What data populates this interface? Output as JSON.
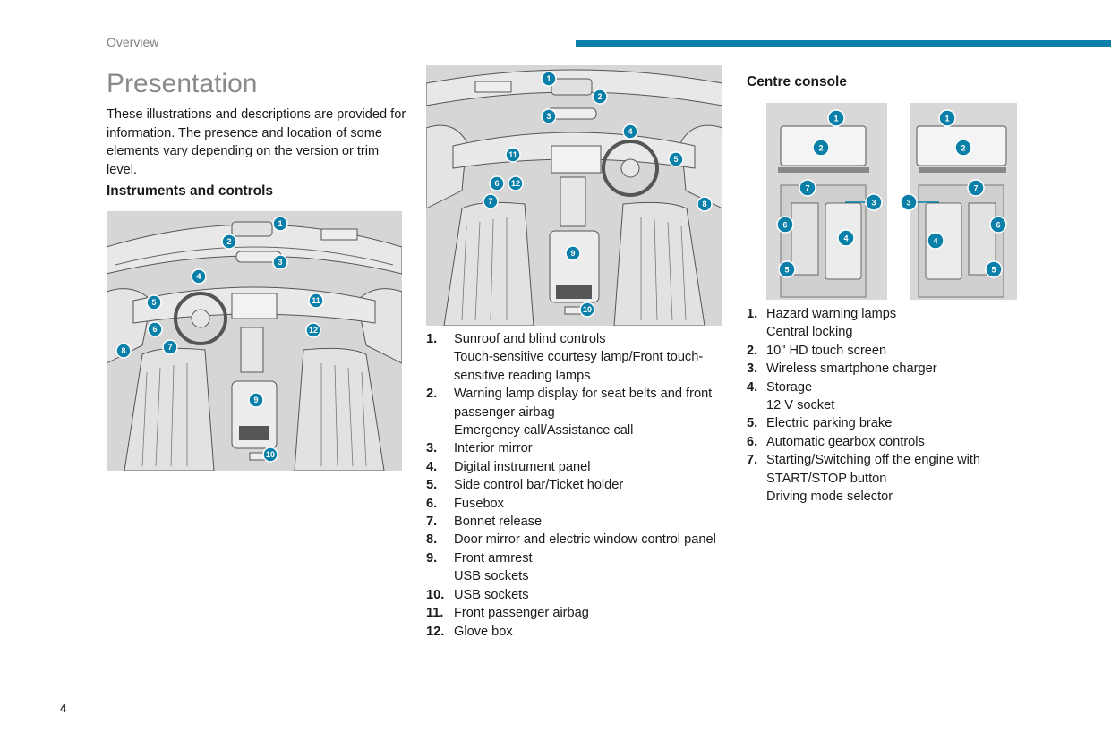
{
  "header": {
    "section": "Overview",
    "accent_color": "#0a7fa8"
  },
  "title": "Presentation",
  "intro": "These illustrations and descriptions are provided for information. The presence and location of some elements vary depending on the version or trim level.",
  "instruments": {
    "heading": "Instruments and controls",
    "callouts_left": [
      "1",
      "2",
      "3",
      "4",
      "5",
      "6",
      "7",
      "8",
      "9",
      "10",
      "11",
      "12"
    ],
    "callouts_mid": [
      "1",
      "2",
      "3",
      "4",
      "5",
      "6",
      "7",
      "8",
      "9",
      "10",
      "11",
      "12"
    ],
    "items": [
      {
        "num": "1.",
        "lines": [
          "Sunroof and blind controls",
          "Touch-sensitive courtesy lamp/Front touch-sensitive reading lamps"
        ]
      },
      {
        "num": "2.",
        "lines": [
          "Warning lamp display for seat belts and front passenger airbag",
          "Emergency call/Assistance call"
        ]
      },
      {
        "num": "3.",
        "lines": [
          "Interior mirror"
        ]
      },
      {
        "num": "4.",
        "lines": [
          "Digital instrument panel"
        ]
      },
      {
        "num": "5.",
        "lines": [
          "Side control bar/Ticket holder"
        ]
      },
      {
        "num": "6.",
        "lines": [
          "Fusebox"
        ]
      },
      {
        "num": "7.",
        "lines": [
          "Bonnet release"
        ]
      },
      {
        "num": "8.",
        "lines": [
          "Door mirror and electric window control panel"
        ]
      },
      {
        "num": "9.",
        "lines": [
          "Front armrest",
          "USB sockets"
        ]
      },
      {
        "num": "10.",
        "lines": [
          "USB sockets"
        ]
      },
      {
        "num": "11.",
        "lines": [
          "Front passenger airbag"
        ]
      },
      {
        "num": "12.",
        "lines": [
          "Glove box"
        ]
      }
    ]
  },
  "centre_console": {
    "heading": "Centre console",
    "callouts": [
      "1",
      "2",
      "3",
      "4",
      "5",
      "6",
      "7"
    ],
    "items": [
      {
        "num": "1.",
        "lines": [
          "Hazard warning lamps",
          "Central locking"
        ]
      },
      {
        "num": "2.",
        "lines": [
          "10\" HD touch screen"
        ]
      },
      {
        "num": "3.",
        "lines": [
          "Wireless smartphone charger"
        ]
      },
      {
        "num": "4.",
        "lines": [
          "Storage",
          "12 V socket"
        ]
      },
      {
        "num": "5.",
        "lines": [
          "Electric parking brake"
        ]
      },
      {
        "num": "6.",
        "lines": [
          "Automatic gearbox controls"
        ]
      },
      {
        "num": "7.",
        "lines": [
          "Starting/Switching off the engine with START/STOP button",
          "Driving mode selector"
        ]
      }
    ]
  },
  "page_number": "4"
}
